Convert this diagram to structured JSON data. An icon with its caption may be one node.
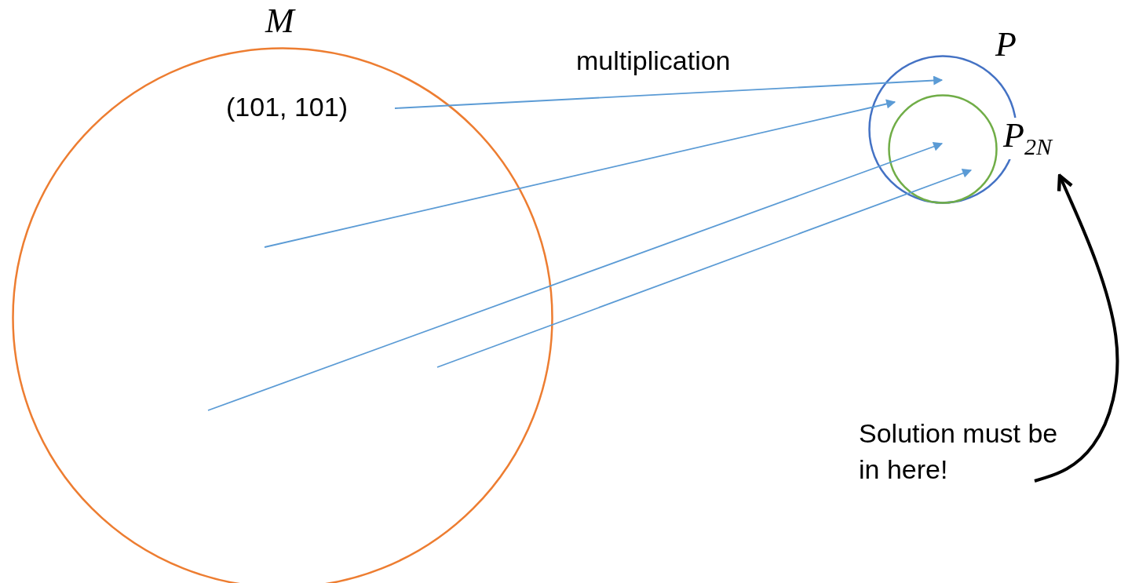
{
  "diagram": {
    "nodes": [
      {
        "text": [
          "M"
        ]
      },
      {
        "text": [
          "(101, 101)"
        ],
        "in": 0
      },
      {
        "text": [
          "P"
        ]
      },
      {
        "text": [
          "P$_{2N}$"
        ],
        "in": 2
      },
      {
        "text": [
          "Solution must be in here!"
        ]
      }
    ],
    "edges": [
      {
        "from": 1,
        "to": 2,
        "arrow": "to",
        "label": "multiplication"
      },
      {
        "from": null,
        "to": 2,
        "arrow": "to"
      },
      {
        "from": null,
        "to": 3,
        "arrow": "to"
      },
      {
        "from": null,
        "to": 3,
        "arrow": "to"
      },
      {
        "from": 4,
        "to": 3,
        "arrow": "to",
        "style": "thick",
        "color": "#000000"
      }
    ]
  }
}
